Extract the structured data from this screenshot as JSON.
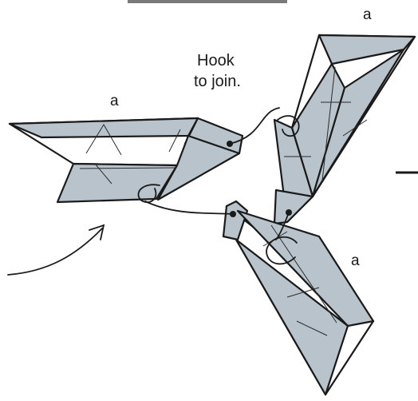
{
  "diagram": {
    "instruction_line1": "Hook",
    "instruction_line2": "to join.",
    "unit_label_left": "a",
    "unit_label_top_right": "a",
    "unit_label_bottom_right": "a",
    "paper_color": "#b9c3cb",
    "line_color": "#1a1a1a"
  }
}
